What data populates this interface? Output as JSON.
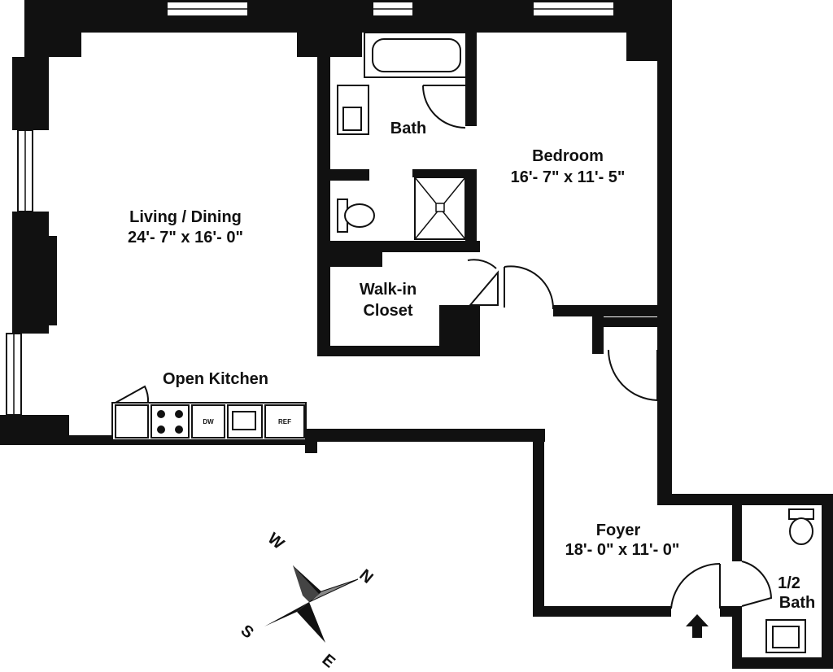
{
  "rooms": {
    "living": {
      "name": "Living / Dining",
      "dims": "24'- 7\" x 16'- 0\""
    },
    "bedroom": {
      "name": "Bedroom",
      "dims": "16'- 7\" x 11'- 5\""
    },
    "bath": {
      "name": "Bath"
    },
    "closet": {
      "name_line1": "Walk-in",
      "name_line2": "Closet"
    },
    "kitchen": {
      "name": "Open Kitchen"
    },
    "foyer": {
      "name": "Foyer",
      "dims": "18'- 0\" x 11'- 0\""
    },
    "half_bath": {
      "name_line1": "1/2",
      "name_line2": "Bath"
    }
  },
  "appliances": {
    "dishwasher": "DW",
    "refrigerator": "REF"
  },
  "compass": {
    "north": "N",
    "south": "S",
    "east": "E",
    "west": "W"
  },
  "entry_marker": "entry-arrow-icon",
  "colors": {
    "wall": "#111111",
    "background": "#ffffff"
  }
}
